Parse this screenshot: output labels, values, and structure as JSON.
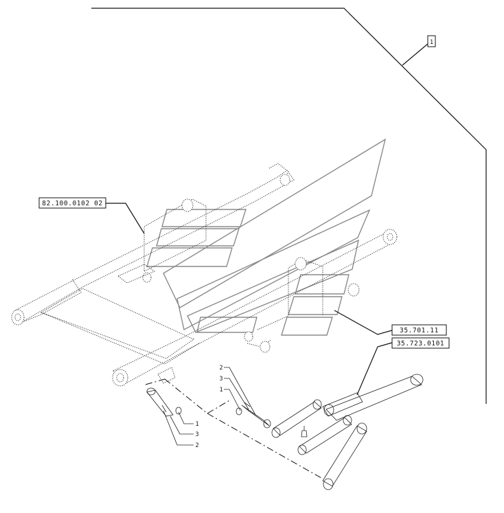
{
  "references": {
    "top_callout": "1",
    "frame_ref": "82.100.0102 02",
    "cylinder_ref_1": "35.701.11",
    "cylinder_ref_2": "35.723.0101"
  },
  "pin_group_left": {
    "item_1": "1",
    "item_3": "3",
    "item_2": "2"
  },
  "pin_group_center": {
    "item_2": "2",
    "item_3": "3",
    "item_1": "1"
  },
  "colors": {
    "line": "#111111",
    "logo_outline": "#8a8a8a",
    "background": "#ffffff"
  }
}
